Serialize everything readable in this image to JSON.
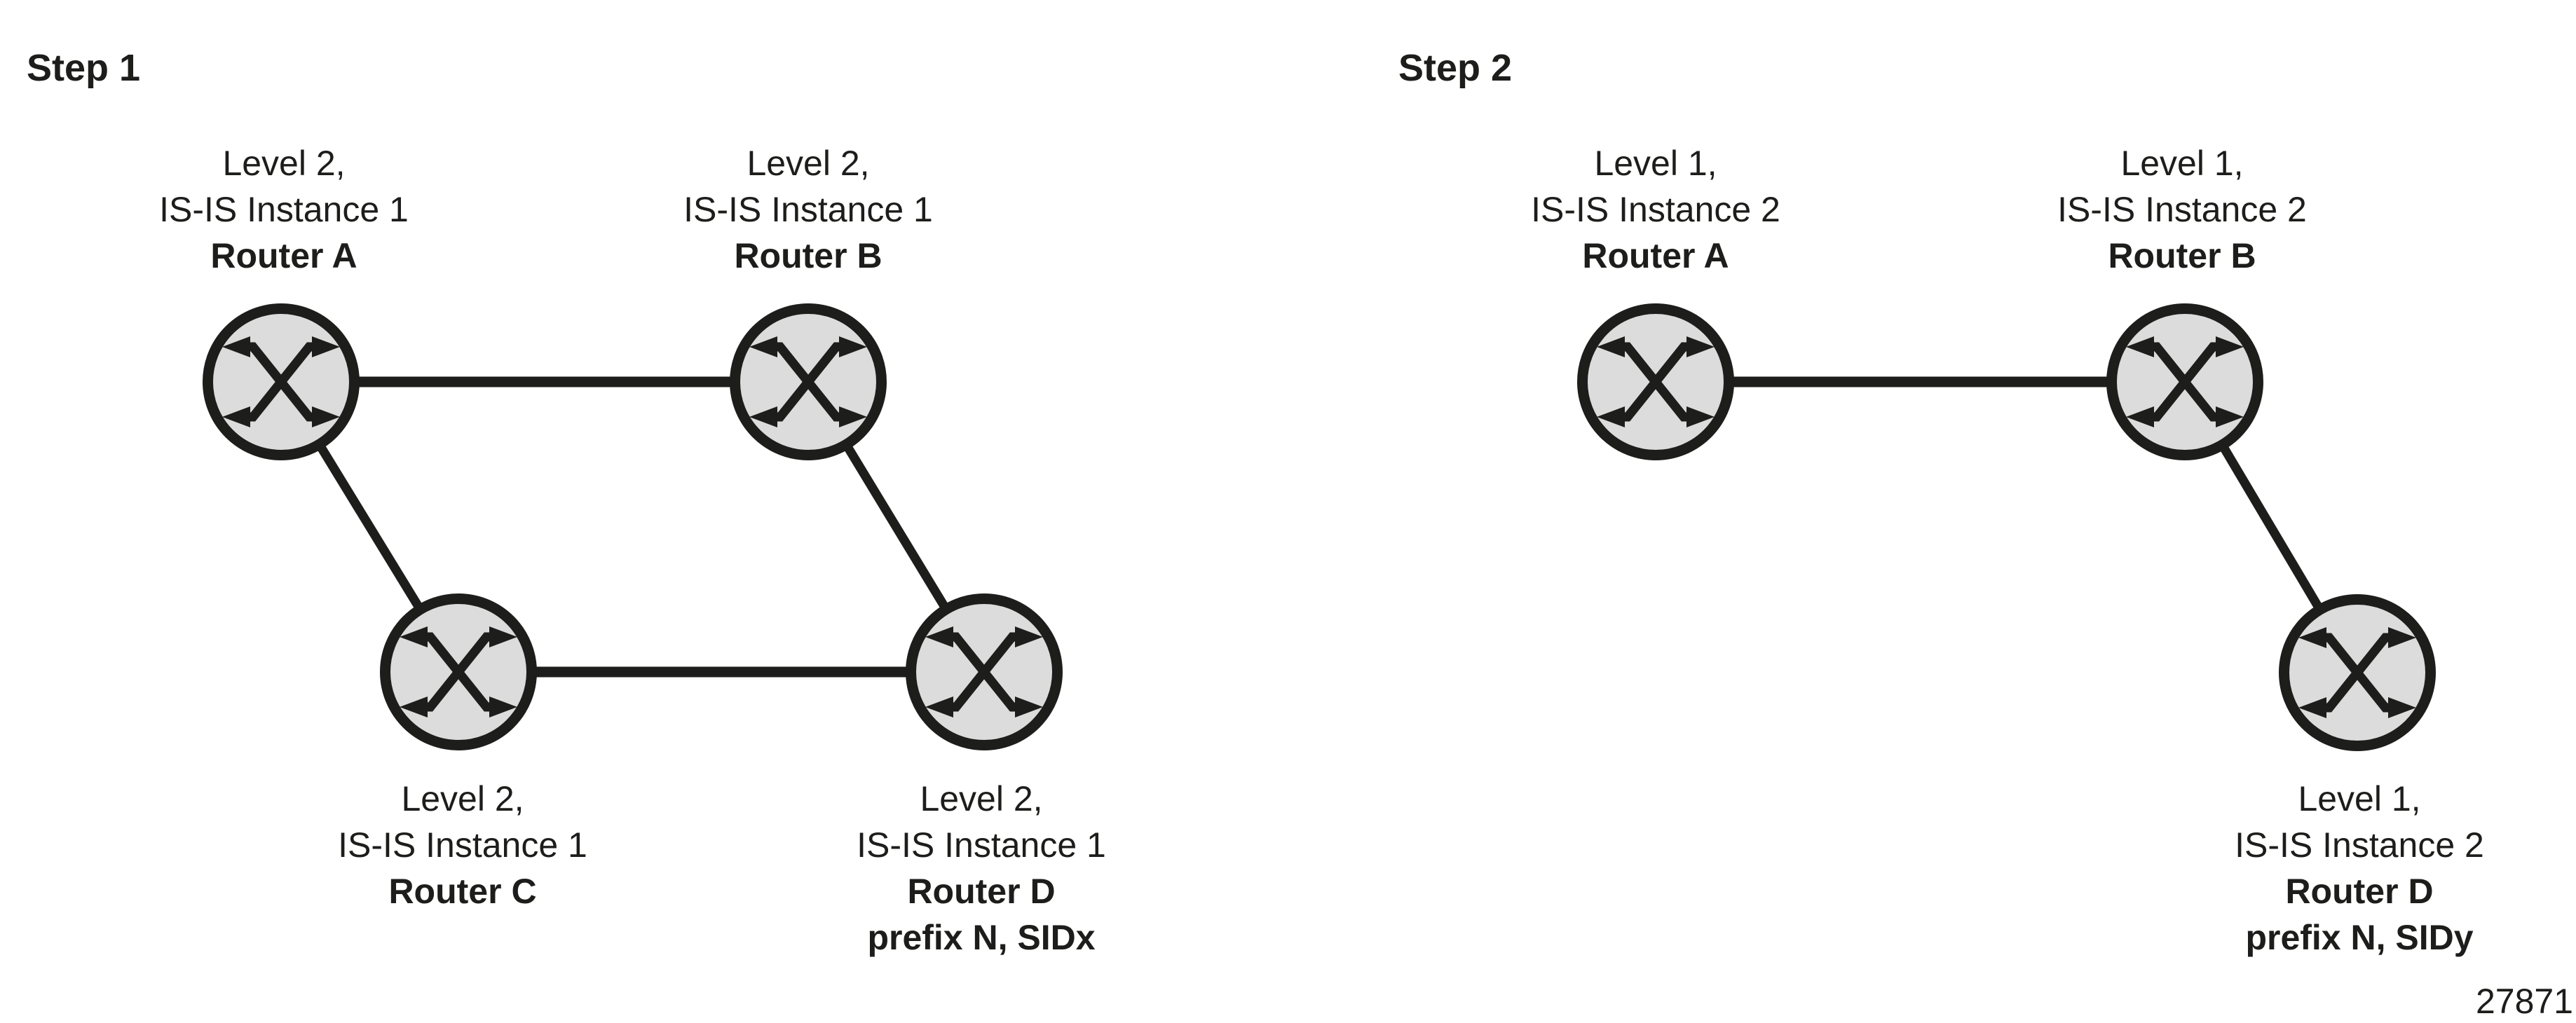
{
  "figure_number": "27871",
  "colors": {
    "ink": "#1d1d1b",
    "router_fill": "#dcdcdc",
    "background": "#ffffff"
  },
  "icons": {
    "router": "circle-with-crossed-double-arrows"
  },
  "steps": [
    {
      "title": "Step 1",
      "routers": {
        "a": {
          "level": "Level 2,",
          "instance": "IS-IS Instance 1",
          "name": "Router A"
        },
        "b": {
          "level": "Level 2,",
          "instance": "IS-IS Instance 1",
          "name": "Router B"
        },
        "c": {
          "level": "Level 2,",
          "instance": "IS-IS Instance 1",
          "name": "Router C"
        },
        "d": {
          "level": "Level 2,",
          "instance": "IS-IS Instance 1",
          "name": "Router D",
          "prefix": "prefix N, SIDx"
        }
      },
      "links": [
        {
          "from": "Router A",
          "to": "Router B"
        },
        {
          "from": "Router A",
          "to": "Router C"
        },
        {
          "from": "Router B",
          "to": "Router D"
        },
        {
          "from": "Router C",
          "to": "Router D"
        }
      ]
    },
    {
      "title": "Step 2",
      "routers": {
        "a": {
          "level": "Level 1,",
          "instance": "IS-IS Instance 2",
          "name": "Router A"
        },
        "b": {
          "level": "Level 1,",
          "instance": "IS-IS Instance 2",
          "name": "Router B"
        },
        "d": {
          "level": "Level 1,",
          "instance": "IS-IS Instance 2",
          "name": "Router D",
          "prefix": "prefix N, SIDy"
        }
      },
      "links": [
        {
          "from": "Router A",
          "to": "Router B"
        },
        {
          "from": "Router B",
          "to": "Router D"
        }
      ]
    }
  ]
}
